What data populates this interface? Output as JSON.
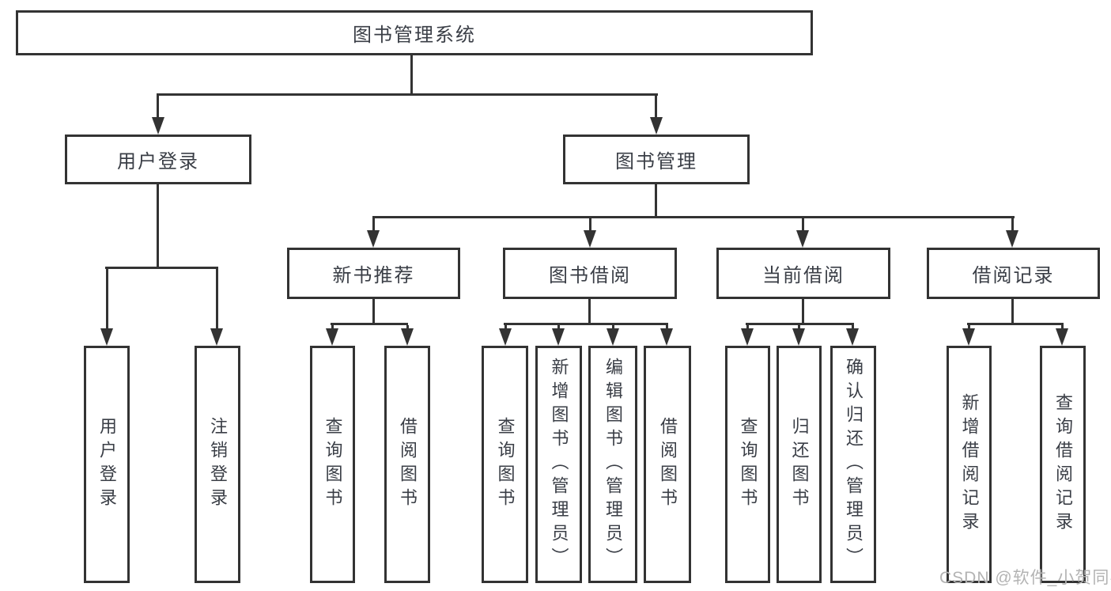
{
  "tree": {
    "root": {
      "label": "图书管理系统"
    },
    "branches": [
      {
        "label": "用户登录",
        "children": [
          {
            "label": "用户登录"
          },
          {
            "label": "注销登录"
          }
        ]
      },
      {
        "label": "图书管理",
        "children": [
          {
            "label": "新书推荐",
            "children": [
              {
                "label": "查询图书"
              },
              {
                "label": "借阅图书"
              }
            ]
          },
          {
            "label": "图书借阅",
            "children": [
              {
                "label": "查询图书"
              },
              {
                "label": "新增图书（管理员）"
              },
              {
                "label": "编辑图书（管理员）"
              },
              {
                "label": "借阅图书"
              }
            ]
          },
          {
            "label": "当前借阅",
            "children": [
              {
                "label": "查询图书"
              },
              {
                "label": "归还图书"
              },
              {
                "label": "确认归还（管理员）"
              }
            ]
          },
          {
            "label": "借阅记录",
            "children": [
              {
                "label": "新增借阅记录"
              },
              {
                "label": "查询借阅记录"
              }
            ]
          }
        ]
      }
    ]
  },
  "watermark": "CSDN @软件_小贺同学",
  "colors": {
    "line": "#333333",
    "text": "#3a3e46",
    "watermark": "#b3b3b3",
    "background": "#ffffff"
  }
}
